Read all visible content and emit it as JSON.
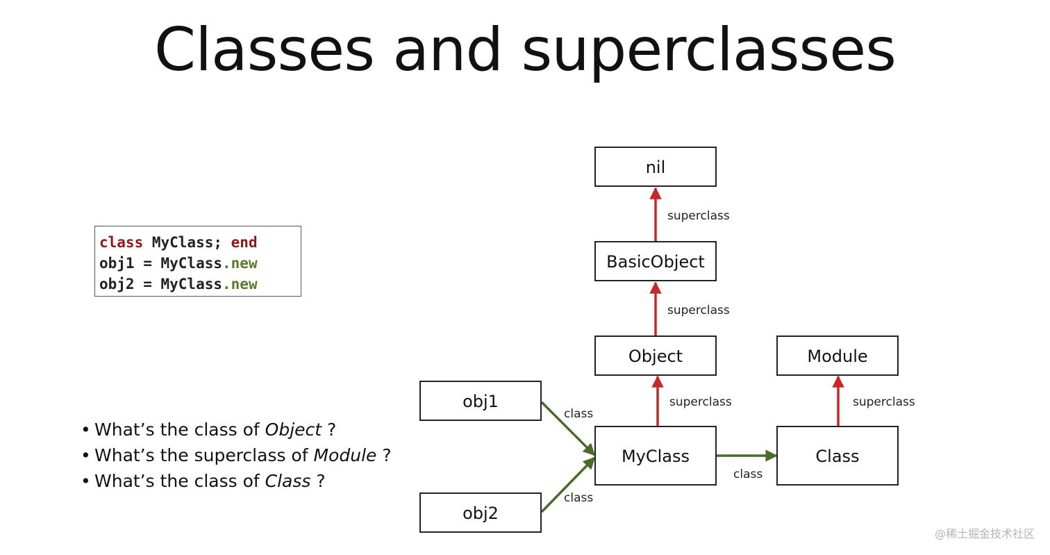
{
  "title": "Classes and superclasses",
  "code": {
    "line1": {
      "kw1": "class",
      "name": " MyClass; ",
      "kw2": "end"
    },
    "line2": {
      "pre": "obj1 = MyClass",
      "method": ".new"
    },
    "line3": {
      "pre": "obj2 = MyClass",
      "method": ".new"
    }
  },
  "questions": [
    {
      "bullet": "•",
      "pre": "What’s the class of ",
      "em": "Object",
      "post": " ?"
    },
    {
      "bullet": "•",
      "pre": "What’s the superclass of ",
      "em": "Module",
      "post": " ?"
    },
    {
      "bullet": "•",
      "pre": "What’s the class of ",
      "em": "Class",
      "post": " ?"
    }
  ],
  "nodes": {
    "nil": "nil",
    "basicobject": "BasicObject",
    "object": "Object",
    "module": "Module",
    "obj1": "obj1",
    "obj2": "obj2",
    "myclass": "MyClass",
    "class": "Class"
  },
  "edges": {
    "basicobject_nil": "superclass",
    "object_basicobject": "superclass",
    "myclass_object": "superclass",
    "class_module": "superclass",
    "obj1_myclass": "class",
    "obj2_myclass": "class",
    "myclass_class": "class"
  },
  "colors": {
    "superclass_arrow": "#c62828",
    "class_arrow": "#4a6a2a"
  },
  "watermark": "@稀土掘金技术社区"
}
